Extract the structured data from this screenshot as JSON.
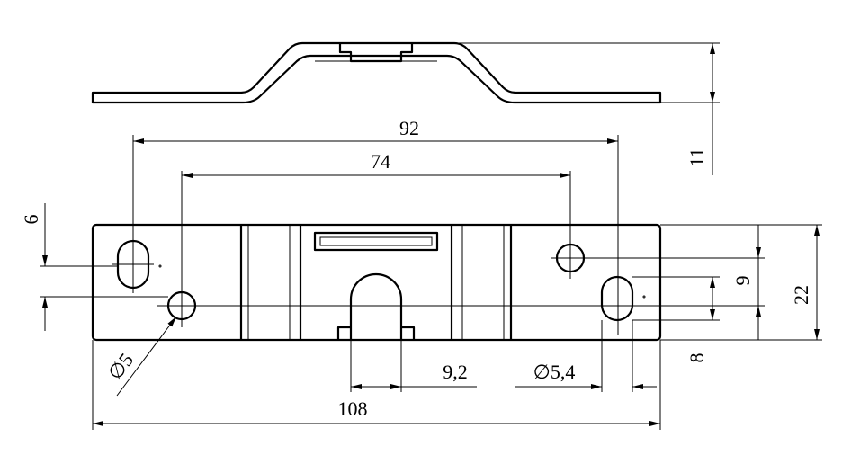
{
  "dimensions": {
    "width_92": "92",
    "width_74": "74",
    "height_11": "11",
    "height_6": "6",
    "height_9": "9",
    "height_22": "22",
    "height_8": "8",
    "diameter_5": "∅5",
    "width_9_2": "9,2",
    "diameter_5_4": "∅5,4",
    "length_108": "108"
  }
}
